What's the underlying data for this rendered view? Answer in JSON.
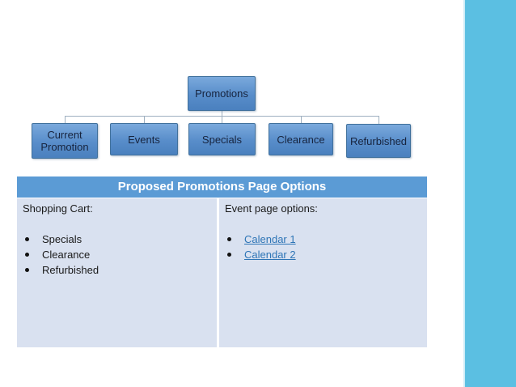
{
  "org_chart": {
    "root": {
      "label": "Promotions"
    },
    "children": [
      {
        "label": "Current Promotion"
      },
      {
        "label": "Events"
      },
      {
        "label": "Specials"
      },
      {
        "label": "Clearance"
      },
      {
        "label": "Refurbished"
      }
    ]
  },
  "table": {
    "title": "Proposed Promotions Page Options",
    "left_column": {
      "heading": "Shopping Cart:",
      "items": [
        "Specials",
        "Clearance",
        "Refurbished"
      ]
    },
    "right_column": {
      "heading": "Event page options:",
      "links": [
        "Calendar 1",
        "Calendar 2"
      ]
    }
  },
  "colors": {
    "accent_bar": "#5bbfe2",
    "table_header": "#5b9bd5",
    "table_body": "#d9e1f0",
    "org_box_top": "#7aa9dc",
    "org_box_bottom": "#4a80be",
    "link": "#2e75b6"
  }
}
